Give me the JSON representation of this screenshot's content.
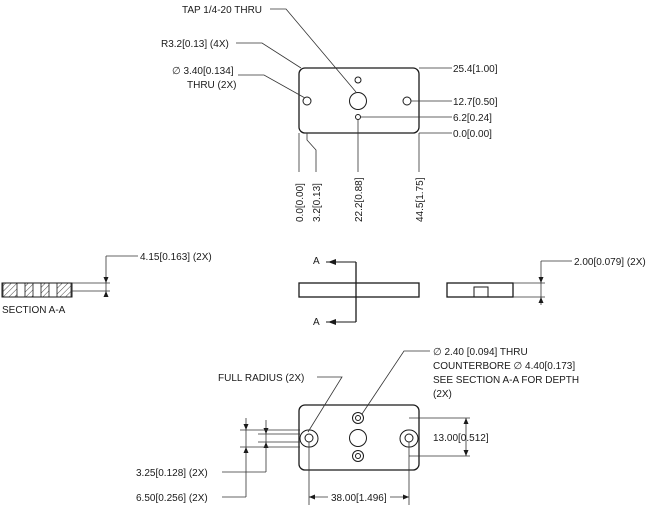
{
  "top_view": {
    "tap_note": "TAP 1/4-20 THRU",
    "corner_radius": "R3.2[0.13] (4X)",
    "hole_dia_line1": "∅ 3.40[0.134]",
    "hole_dia_line2": "THRU (2X)",
    "dim_25_4": "25.4[1.00]",
    "dim_12_7": "12.7[0.50]",
    "dim_6_2": "6.2[0.24]",
    "dim_0_0_right": "0.0[0.00]",
    "dim_0_0_bottom": "0.0[0.00]",
    "dim_3_2": "3.2[0.13]",
    "dim_22_2": "22.2[0.88]",
    "dim_44_5": "44.5[1.75]"
  },
  "section": {
    "depth": "4.15[0.163] (2X)",
    "label": "SECTION A-A"
  },
  "side_view": {
    "cut_label_top": "A",
    "cut_label_bottom": "A"
  },
  "end_view": {
    "thickness": "2.00[0.079] (2X)"
  },
  "bottom_view": {
    "full_radius": "FULL RADIUS (2X)",
    "hole_line1": "∅ 2.40 [0.094] THRU",
    "hole_line2": "COUNTERBORE ∅ 4.40[0.173]",
    "hole_line3": "SEE SECTION A-A FOR DEPTH",
    "hole_line4": "(2X)",
    "dim_13_00": "13.00[0.512]",
    "dim_3_25": "3.25[0.128] (2X)",
    "dim_6_50": "6.50[0.256] (2X)",
    "dim_38_00": "38.00[1.496]"
  }
}
